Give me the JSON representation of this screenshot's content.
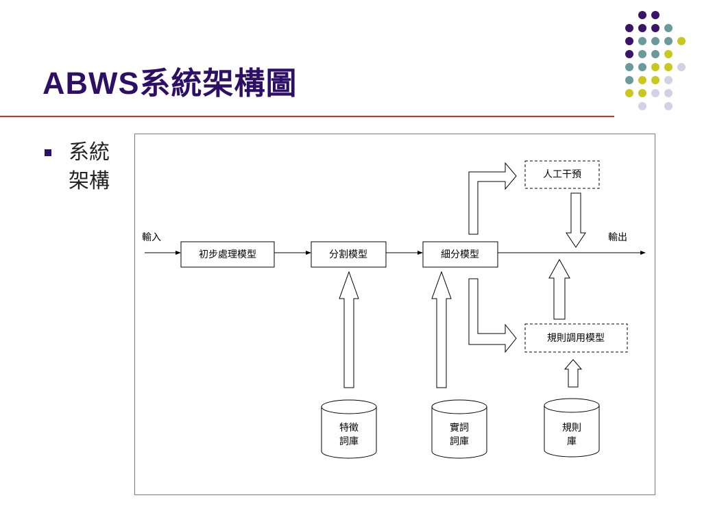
{
  "slide": {
    "title": "ABWS系統架構圖",
    "bullet": "系統架構"
  },
  "diagram": {
    "input_label": "輸入",
    "output_label": "輸出",
    "boxes": {
      "initial": "初步處理模型",
      "segment": "分割模型",
      "refine": "細分模型",
      "manual": "人工干預",
      "rule_model": "規則調用模型"
    },
    "databases": {
      "feature": [
        "特徵",
        "詞庫"
      ],
      "noun": [
        "實詞",
        "詞庫"
      ],
      "rule": [
        "規則",
        "庫"
      ]
    }
  },
  "colors": {
    "title": "#2e0f66",
    "rule_line": "#d92b2b",
    "dot_purple": "#3b1368",
    "dot_teal": "#6a9a9a",
    "dot_yellow": "#c8c81e",
    "dot_lavender": "#d2d2e6"
  }
}
